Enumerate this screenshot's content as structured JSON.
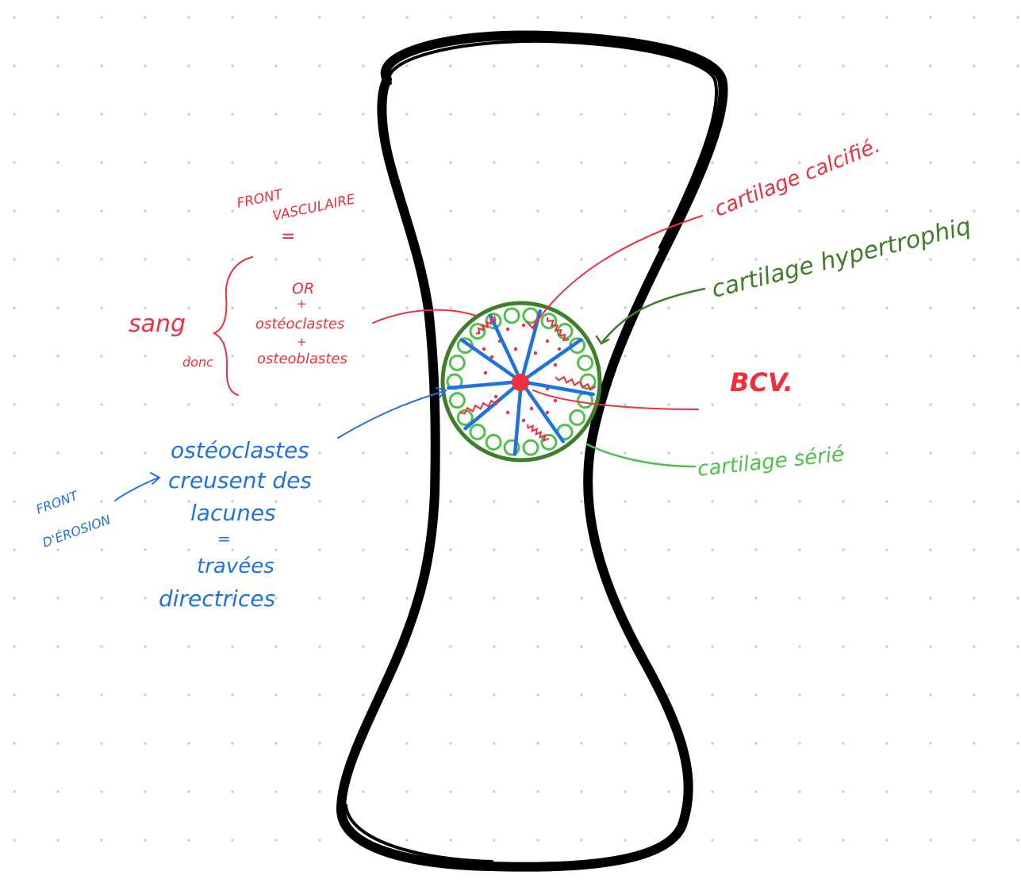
{
  "colors": {
    "background": "#ffffff",
    "grid_dot": "#c8c8c8",
    "bone_outline": "#000000",
    "red": "#ee2f3e",
    "dark_green": "#3f7f2a",
    "light_green": "#4fc04a",
    "blue": "#1f73e0"
  },
  "labels": {
    "front_vasculaire_1": "FRONT",
    "front_vasculaire_2": "VASCULAIRE",
    "equals_1": "=",
    "sang": "sang",
    "donc": "donc",
    "or": "OR",
    "plus_1": "+",
    "osteoclastes_red": "ostéoclastes",
    "plus_2": "+",
    "osteoblastes": "osteoblastes",
    "cartilage_calcifie": "cartilage calcifié.",
    "cartilage_hypertrophie": "cartilage hypertrophiq",
    "bcv": "BCV.",
    "cartilage_serie": "cartilage sérié",
    "osteoclastes_blue": "ostéoclastes",
    "creusent_des": "creusent des",
    "lacunes": "lacunes",
    "equals_2": "=",
    "travees": "travées",
    "directrices": "directrices",
    "front_erosion_1": "FRONT",
    "front_erosion_2": "D'ÉROSION"
  }
}
